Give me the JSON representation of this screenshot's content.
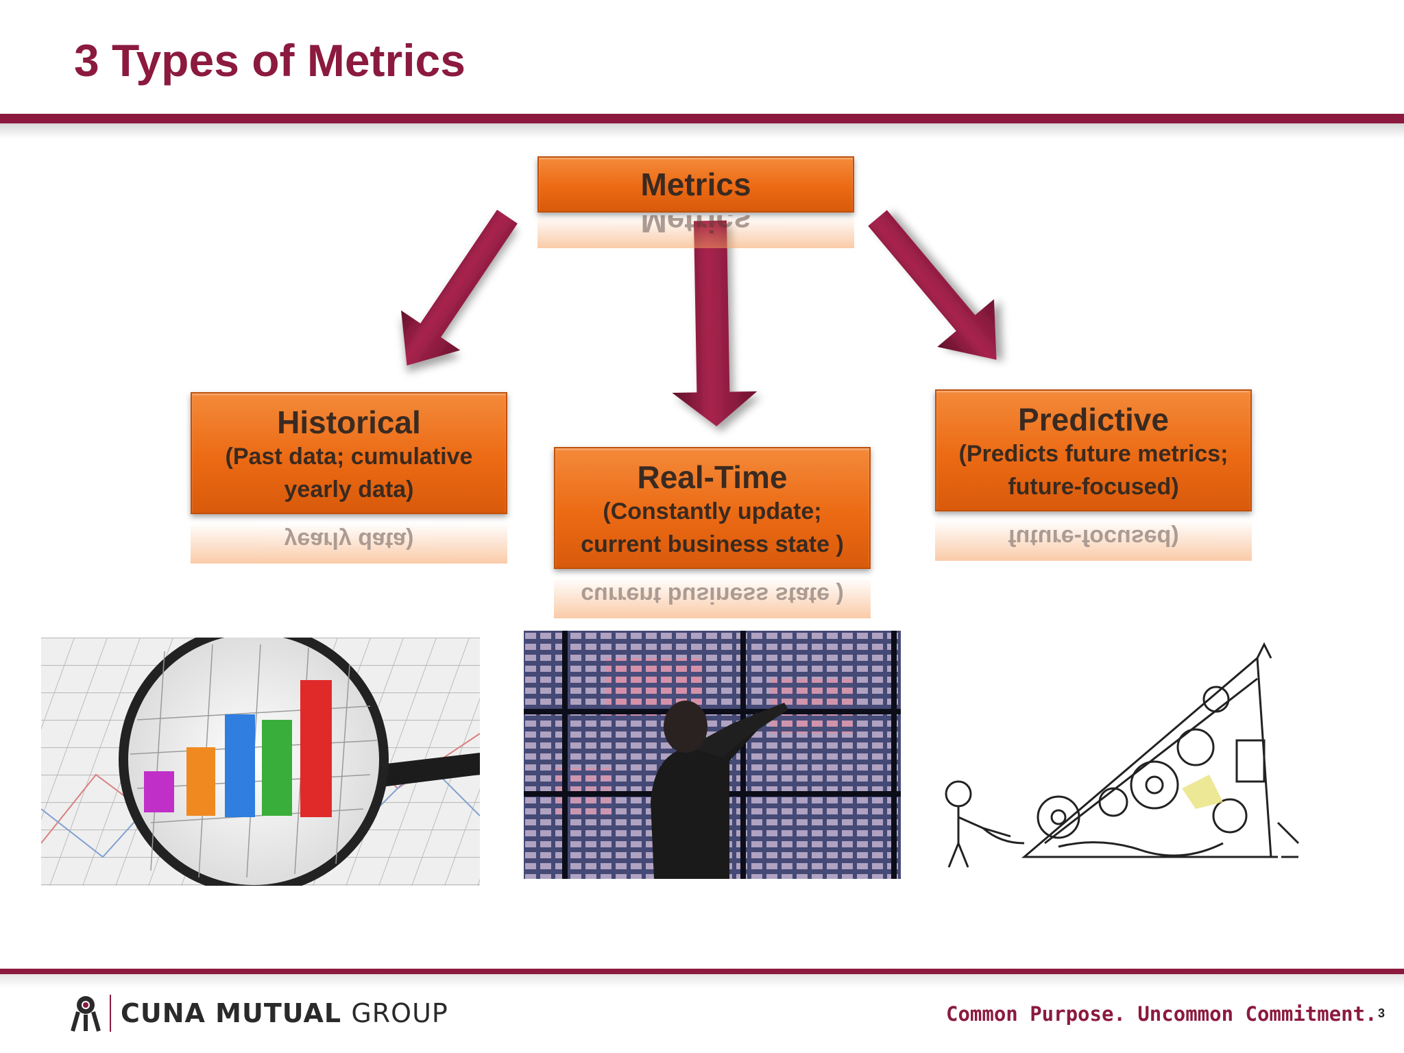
{
  "title": "3 Types of Metrics",
  "diagram": {
    "root": "Metrics",
    "nodes": [
      {
        "title": "Historical",
        "line1": "(Past data; cumulative",
        "line2": "yearly data)"
      },
      {
        "title": "Real-Time",
        "line1": "(Constantly update;",
        "line2": "current business state )"
      },
      {
        "title": "Predictive",
        "line1": "(Predicts future metrics;",
        "line2": "future-focused)"
      }
    ]
  },
  "footer": {
    "company_bold": "CUNA MUTUAL",
    "company_thin": "GROUP",
    "tagline": "Common Purpose. Uncommon Commitment.",
    "page_number": "3"
  },
  "colors": {
    "accent": "#8b1a3e",
    "box": "#ec6a14"
  }
}
